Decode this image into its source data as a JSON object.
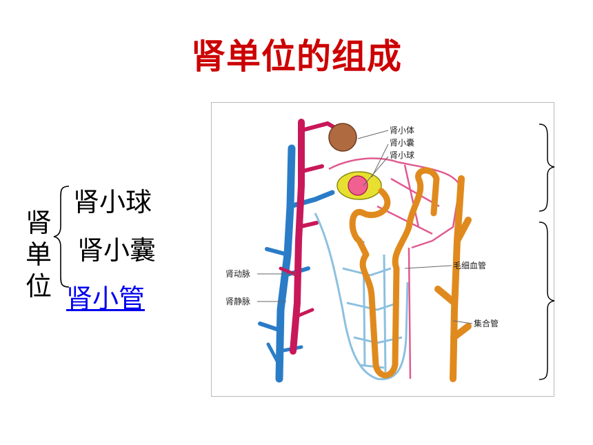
{
  "title": "肾单位的组成",
  "composition": {
    "whole": "肾单位",
    "parts": [
      "肾小球",
      "肾小囊",
      "肾小管"
    ]
  },
  "figure": {
    "labels": {
      "renal_corpuscle": "肾小体",
      "capsule": "肾小囊",
      "glomerulus": "肾小球",
      "renal_artery": "肾动脉",
      "renal_vein": "肾静脉",
      "capillaries": "毛细血管",
      "collecting_duct": "集合管"
    },
    "colors": {
      "artery": "#c8185a",
      "vein": "#2a7cc7",
      "tubule": "#e08a1e",
      "capillary_blue": "#8cc0e0",
      "capillary_pink": "#e05a90",
      "capsule_yellow": "#e8e030",
      "title_red": "#cc0000",
      "link_blue": "#0000ee"
    }
  }
}
